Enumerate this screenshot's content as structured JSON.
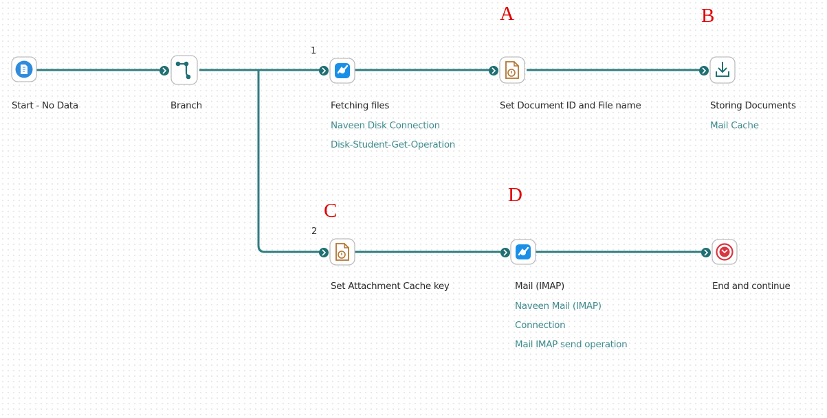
{
  "nodes": {
    "start": {
      "label": "Start - No Data"
    },
    "branch": {
      "label": "Branch"
    },
    "fetch": {
      "label": "Fetching files",
      "connection": "Naveen Disk Connection",
      "operation": "Disk-Student-Get-Operation",
      "path_number": "1"
    },
    "setdoc": {
      "label": "Set Document ID and File name"
    },
    "store": {
      "label": "Storing Documents",
      "connection": "Mail Cache"
    },
    "setatt": {
      "label": "Set Attachment Cache key",
      "path_number": "2"
    },
    "mail": {
      "label": "Mail (IMAP)",
      "connection_line1": "Naveen Mail (IMAP)",
      "connection_line2": "Connection",
      "operation": "Mail IMAP send operation"
    },
    "end": {
      "label": "End and continue"
    }
  },
  "annotations": {
    "a": "A",
    "b": "B",
    "c": "C",
    "d": "D"
  },
  "colors": {
    "connector": "#2e7d80",
    "port": "#1f6f73",
    "start_icon": "#2f8bdc",
    "connector_icon": "#1a8fe8",
    "map_icon": "#b3742f",
    "end_icon": "#d93641",
    "annotation": "#e00000",
    "sublabel": "#3e8b8e"
  }
}
